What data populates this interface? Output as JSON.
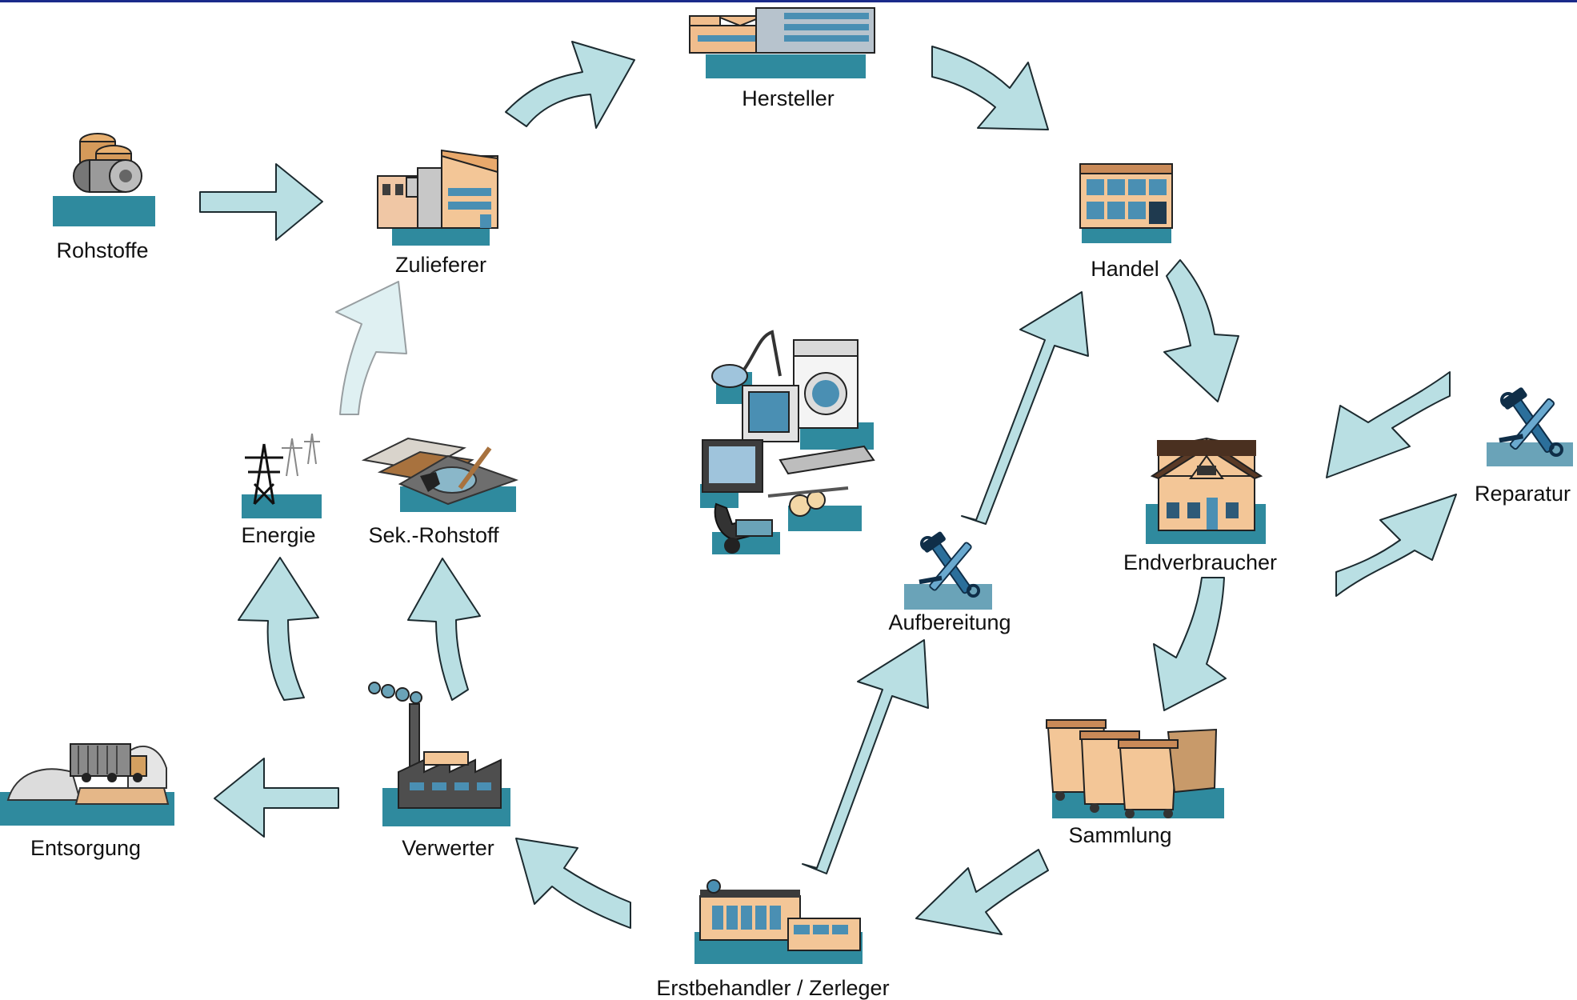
{
  "nodes": {
    "rohstoffe": "Rohstoffe",
    "zulieferer": "Zulieferer",
    "hersteller": "Hersteller",
    "handel": "Handel",
    "endverbraucher": "Endverbraucher",
    "reparatur": "Reparatur",
    "sammlung": "Sammlung",
    "erstbehandler": "Erstbehandler / Zerleger",
    "aufbereitung": "Aufbereitung",
    "verwerter": "Verwerter",
    "entsorgung": "Entsorgung",
    "energie": "Energie",
    "sek_rohstoff": "Sek.-Rohstoff"
  },
  "icons": {
    "rohstoffe": "raw-material-drums-icon",
    "zulieferer": "supplier-factory-icon",
    "hersteller": "manufacturer-building-icon",
    "handel": "retail-store-icon",
    "endverbraucher": "house-icon",
    "reparatur": "tools-icon",
    "sammlung": "waste-bins-icon",
    "erstbehandler": "dismantling-plant-icon",
    "aufbereitung": "tools-icon",
    "verwerter": "recycling-plant-icon",
    "entsorgung": "landfill-truck-icon",
    "energie": "power-pylon-icon",
    "sek_rohstoff": "secondary-material-icon",
    "center": "electronic-appliances-icon"
  },
  "colors": {
    "arrow_fill": "#b9dfe3",
    "arrow_stroke": "#1c2b30",
    "teal_base": "#2f8a9e",
    "frame_line": "#1a2a8a"
  }
}
